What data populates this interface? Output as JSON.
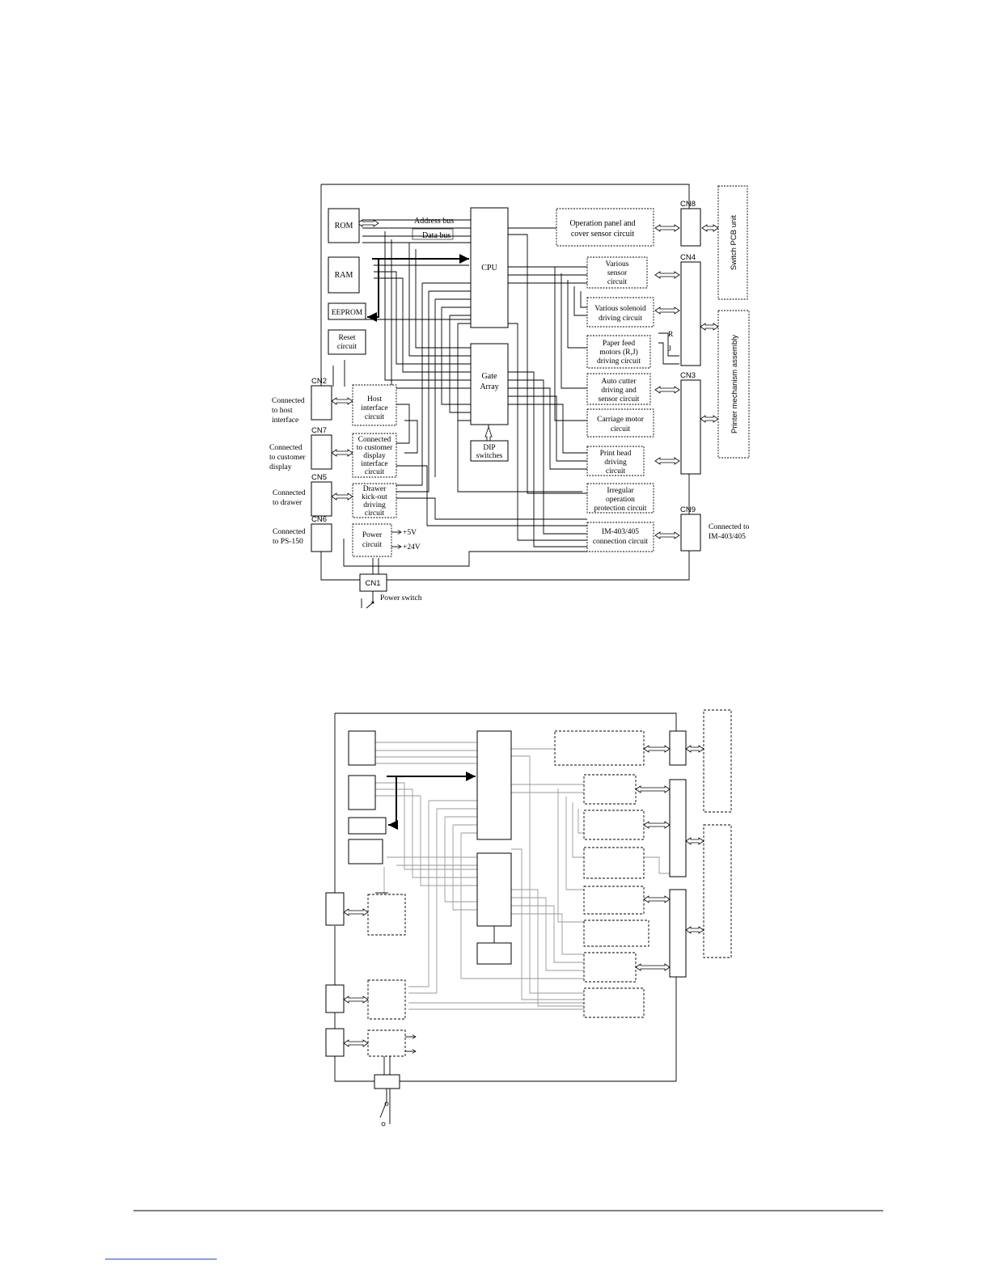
{
  "top_diagram": {
    "blocks": {
      "rom": "ROM",
      "ram": "RAM",
      "eeprom": "EEPROM",
      "reset": [
        "Reset",
        "circuit"
      ],
      "cpu": "CPU",
      "gate_array": [
        "Gate",
        "Array"
      ],
      "dip": [
        "DIP",
        "switches"
      ],
      "host_if": [
        "Host",
        "interface",
        "circuit"
      ],
      "cust_disp_if": [
        "Connected",
        "to customer",
        "display",
        "interface",
        "circuit"
      ],
      "drawer": [
        "Drawer",
        "kick-out",
        "driving",
        "circuit"
      ],
      "power": [
        "Power",
        "circuit"
      ],
      "op_panel": [
        "Operation panel and",
        "cover sensor circuit"
      ],
      "sensor": [
        "Various",
        "sensor",
        "circuit"
      ],
      "solenoid": [
        "Various solenoid",
        "driving circuit"
      ],
      "paper_feed": [
        "Paper feed",
        "motors (R,J)",
        "driving circuit"
      ],
      "auto_cutter": [
        "Auto cutter",
        "driving and",
        "sensor circuit"
      ],
      "carriage": [
        "Carriage motor",
        "circuit"
      ],
      "print_head": [
        "Print head",
        "driving",
        "circuit"
      ],
      "irregular": [
        "Irregular",
        "operation",
        "protection circuit"
      ],
      "im_conn": [
        "IM-403/405",
        "connection circuit"
      ],
      "switch_pcb": "Switch PCB unit",
      "printer_mech": "Printer mechanism assembly",
      "cn1": "CN1"
    },
    "bus_labels": {
      "address": "Address bus",
      "data": "Data bus"
    },
    "connectors": {
      "cn2": "CN2",
      "cn7": "CN7",
      "cn5": "CN5",
      "cn6": "CN6",
      "cn8": "CN8",
      "cn4": "CN4",
      "cn3": "CN3",
      "cn9": "CN9"
    },
    "side_labels": {
      "host": [
        "Connected",
        "to host",
        "interface"
      ],
      "customer": [
        "Connected",
        "to customer",
        "display"
      ],
      "drawer": [
        "Connected",
        "to drawer"
      ],
      "ps150": [
        "Connected",
        "to PS-150"
      ],
      "im": [
        "Connected to",
        "IM-403/405"
      ]
    },
    "voltages": {
      "v5": "+5V",
      "v24": "+24V"
    },
    "motor_labels": {
      "r": "R",
      "j": "J"
    },
    "power_switch": "Power switch"
  }
}
